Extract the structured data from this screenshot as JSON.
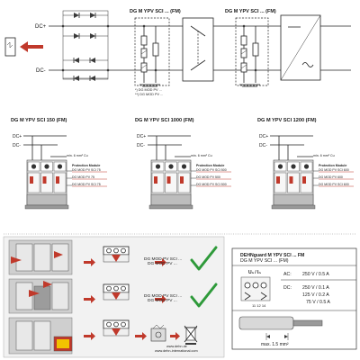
{
  "top": {
    "dc_plus": "DC+",
    "dc_minus": "DC-",
    "module1_title": "DG  M YPV SCI ... (FM)",
    "module2_title": "DG  M YPV SCI ... (FM)",
    "note1": "*) DG MOD PV ...",
    "note2": "**) DG MOD PV ..."
  },
  "models": [
    {
      "title": "DG M YPV SCI 150 (FM)",
      "wire": "min. 6 mm² Cu",
      "module_label": "Protection Module",
      "lines": [
        "DG MOD PV SCI 75",
        "DG MOD PV 75",
        "DG MOD PV SCI 75"
      ]
    },
    {
      "title": "DG M YPV SCI 1000 (FM)",
      "wire": "min. 6 mm² Cu",
      "module_label": "Protection Module",
      "lines": [
        "DG MOD PV SCI 500",
        "DG MOD PV 500",
        "DG MOD PV SCI 500"
      ]
    },
    {
      "title": "DG M YPV SCI 1200 (FM)",
      "wire": "min. 6 mm² Cu",
      "module_label": "Protection Module",
      "lines": [
        "DG MOD PV SCI 600",
        "DG MOD PV 600",
        "DG MOD PV SCI 600"
      ]
    }
  ],
  "dc_plus": "DC+",
  "dc_minus": "DC-",
  "replace": {
    "module_line1": "DG MOD PV SCI ...",
    "module_line2": "DG MOD PV ...",
    "url1": "www.dehn.de",
    "url2": "www.dehn-international.com"
  },
  "spec": {
    "title1": "DEHNguard  M YPV SCI ... FM",
    "title2": "DG M YPV SCI ... (FM)",
    "un_label": "Uₙ / Iₙ",
    "ac_label": "AC:",
    "ac_value": "250 V / 0.5 A",
    "dc_label": "DC:",
    "dc_values": [
      "250 V / 0.1 A",
      "125 V / 0.2 A",
      "75 V / 0.5 A"
    ],
    "wire": "max. 1.5 mm²"
  },
  "colors": {
    "accent_red": "#c0392b",
    "check_green": "#2e9a3a"
  }
}
